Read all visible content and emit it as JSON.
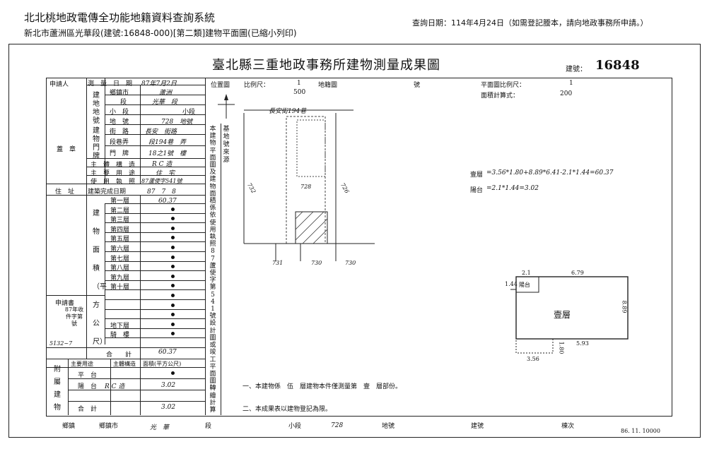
{
  "header": {
    "system_title": "北北桃地政電傳全功能地籍資料查詢系統",
    "doc_subtitle": "新北市蘆洲區光華段(建號:16848-000)[第二類]建物平面圖(已縮小列印)",
    "query_info": "查詢日期：114年4月24日（如需登記謄本，請向地政事務所申請。）"
  },
  "doc": {
    "title": "臺北縣三重地政事務所建物測量成果圖",
    "building_no_label": "建號：",
    "building_no": "16848"
  },
  "left_table": {
    "applicant": "申請人",
    "address_label": "住　址",
    "survey_date_label": "測　量　日　期",
    "survey_date": "87年7月2日",
    "land_label": "建地地號",
    "township_label": "鄉鎮市",
    "township_value": "蘆洲",
    "section_label": "段",
    "section_value": "光華　段",
    "subsection_label": "小　段",
    "subsection_value": "小段",
    "lot_label": "地　號",
    "lot_value": "728　地號",
    "door_label": "建物門牌",
    "street_label": "街　路",
    "street_value": "長安　街路",
    "lane_label": "段巷弄",
    "lane_value": "段194巷　弄",
    "number_label": "門　牌",
    "number_value": "18之1號　樓",
    "structure_label": "主　體　構　造",
    "structure_value": "R C 造",
    "use_label": "主　要　用　途",
    "use_value": "住　宅",
    "permit_label": "使　用　執　照",
    "permit_value": "87蘆使字541號",
    "completion_label": "建築完成日期",
    "completion_value": "87　7　8",
    "area_label": "建物面積（平方公尺）",
    "floors": [
      "第一層",
      "第二層",
      "第三層",
      "第四層",
      "第五層",
      "第六層",
      "第七層",
      "第八層",
      "第九層",
      "第十層",
      "",
      "",
      "",
      "地下層",
      "騎　樓"
    ],
    "floor1_value": "60.37",
    "total_label": "合　　計",
    "total_value": "60.37",
    "app_doc_label": "申請書",
    "receipt": "87年收件字第號",
    "receipt_no": "5132~7",
    "annex_label": "附屬建物",
    "annex_headers": [
      "主要用途",
      "主體構造",
      "面積(平方公尺)"
    ],
    "annex_rows": [
      {
        "use": "平　台",
        "structure": "",
        "area": ""
      },
      {
        "use": "陽　台",
        "structure": "R C 造",
        "area": "3.02"
      },
      {
        "use": "合　計",
        "structure": "",
        "area": "3.02"
      }
    ],
    "seal": "蓋　章"
  },
  "middle": {
    "location_label": "位置圖",
    "scale_label": "比例尺：",
    "scale_value": "1",
    "scale_denominator": "500",
    "map_label": "地籍圖",
    "page_label": "號",
    "street_note": "長安街194巷",
    "lot_center": "728",
    "lot_left": "732",
    "lot_right": "726",
    "lot_bottom": [
      "731",
      "730",
      "730"
    ],
    "vertical_note": "本建物平面圖及建物面積係依使用執照87蘆使字第541號設計圖或竣工平面圖轉繪計算",
    "note_header": "基地號來源"
  },
  "right": {
    "plan_scale_label": "平面圖比例尺：",
    "plan_scale_value": "1",
    "plan_scale_den": "200",
    "calc_label": "面積計算式：",
    "formula1_label": "壹層",
    "formula1": "=3.56*1.80+8.89*6.41-2.1*1.44=60.37",
    "formula2_label": "陽台",
    "formula2": "=2.1*1.44=3.02",
    "plan_floor_label": "壹層",
    "plan_balcony_label": "陽台",
    "dims": {
      "top_left": "2.1",
      "top": "6.79",
      "left": "1.44",
      "right": "8.89",
      "bottom": "5.93",
      "bottom_left": "3.56",
      "small": "1.80"
    }
  },
  "notes": {
    "note1": "一、本建物係　伍　層建物本件僅測量第　壹　層部份。",
    "note2": "二、本成果表以建物登記為限。"
  },
  "footer": {
    "township_label": "鄉鎮",
    "township_value": "鄉鎮市",
    "section_value": "光　華",
    "section_label": "段",
    "subsection_label": "小段",
    "lot_value": "728",
    "lot_label": "地號",
    "bldg_label": "建號",
    "seq_label": "棟次",
    "code": "86. 11. 10000"
  }
}
